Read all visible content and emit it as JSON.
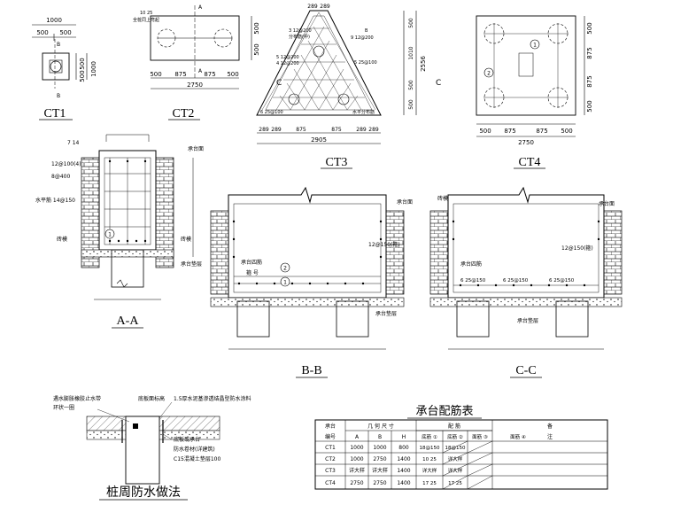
{
  "views": {
    "ct1": {
      "title": "CT1",
      "dims": {
        "total_w": "1000",
        "w_a": "500",
        "w_b": "500",
        "h_a": "500",
        "h_b": "500",
        "total_h": "1000"
      },
      "mark": "B"
    },
    "ct2": {
      "title": "CT2",
      "dims": {
        "seg1": "500",
        "seg2": "875",
        "seg3": "875",
        "seg4": "500",
        "total": "2750",
        "h1": "500",
        "h2": "500"
      },
      "mark": "A",
      "note": "10 25",
      "note2": "全桩同上弯起"
    },
    "ct3": {
      "title": "CT3",
      "top_dims": [
        "289",
        "289"
      ],
      "dims": {
        "s1": "289",
        "s2": "289",
        "s3": "875",
        "s4": "875",
        "s5": "289",
        "s6": "289",
        "total": "2905"
      },
      "right_dims": [
        "500",
        "1010",
        "500",
        "500"
      ],
      "right_total": "2556",
      "mark_left": "C",
      "mark_right": "C",
      "mark_b": "B",
      "notes": [
        "3 12@200",
        "分布筋(中)",
        "5 12@200",
        "4 12@200",
        "9 12@200",
        "5 25@100",
        "6 25@100",
        "水平分布筋"
      ]
    },
    "ct4": {
      "title": "CT4",
      "dims": {
        "s1": "500",
        "s2": "875",
        "s3": "875",
        "s4": "500",
        "total": "2750",
        "h1": "500",
        "h2": "875",
        "h3": "875",
        "h4": "500"
      },
      "circle1": "1",
      "circle2": "2"
    },
    "aa": {
      "title": "A-A",
      "labels": {
        "top": "7 14",
        "l1": "12@100(4)",
        "l2": "8@400",
        "l3": "水平筋 14@150",
        "l4": "砖模",
        "r1": "承台面",
        "r2": "砖模",
        "r3": "承台垫层",
        "circle": "1"
      }
    },
    "bb": {
      "title": "B-B",
      "labels": {
        "r1": "承台面",
        "r2": "12@150(箍)",
        "m1": "承台四筋",
        "m2": "箍 号",
        "c1": "2",
        "c2": "1",
        "g1": "承台垫层"
      }
    },
    "cc": {
      "title": "C-C",
      "labels": {
        "l1": "砖模",
        "r1": "承台面",
        "r2": "12@150(箍)",
        "m1": "承台四筋",
        "b1": "6 25@150",
        "b2": "6 25@150",
        "b3": "6 25@150",
        "g1": "承台垫层"
      }
    },
    "detail": {
      "title": "桩周防水做法",
      "labels": {
        "a": "遇水膨胀橡胶止水带",
        "b": "环状一圈",
        "c": "底板面标高",
        "d": "1.5厚水泥基渗透结晶型防水涂料",
        "e": "底板或承台",
        "f": "防水卷材(详建筑)",
        "g": "C15混凝土垫层100"
      }
    }
  },
  "table": {
    "title": "承台配筋表",
    "head_row1": [
      "承台",
      "几 何 尺 寸",
      "配     筋",
      "备"
    ],
    "head_row2": [
      "编号",
      "A",
      "B",
      "H",
      "底筋 ①",
      "底筋 ②",
      "面筋 ③",
      "面筋 ④",
      "注"
    ],
    "rows": [
      [
        "CT1",
        "1000",
        "1000",
        "800",
        "18@150",
        "18@150",
        "",
        "",
        ""
      ],
      [
        "CT2",
        "1000",
        "2750",
        "1400",
        "10 25",
        "详大样",
        "",
        "",
        ""
      ],
      [
        "CT3",
        "详大样",
        "详大样",
        "1400",
        "详大样",
        "详大样",
        "",
        "",
        ""
      ],
      [
        "CT4",
        "2750",
        "2750",
        "1400",
        "17 25",
        "17 25",
        "",
        "",
        ""
      ]
    ]
  }
}
